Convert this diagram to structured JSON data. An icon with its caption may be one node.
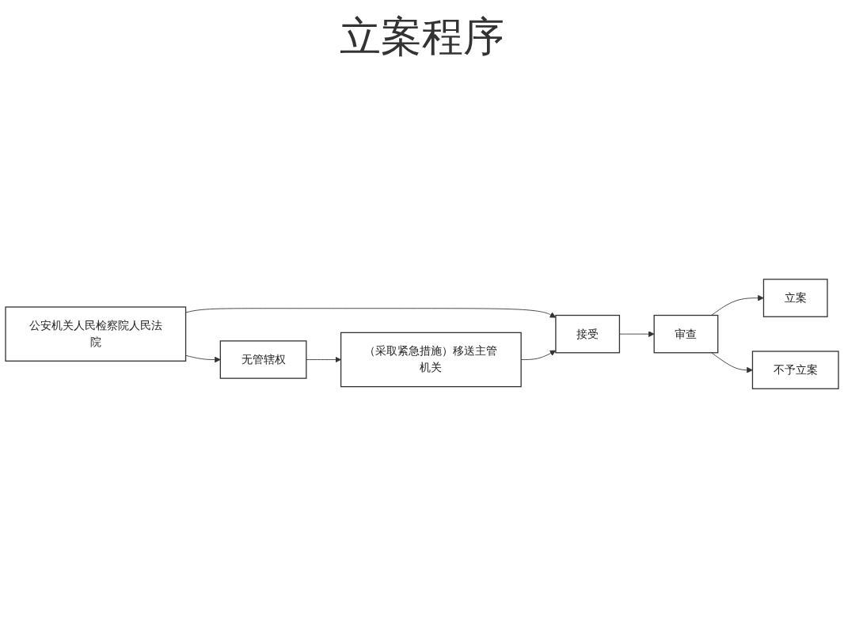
{
  "diagram": {
    "title": "立案程序",
    "nodes": [
      {
        "text": [
          "公安机关人民检察院人民法院"
        ]
      },
      {
        "text": [
          "无管辖权"
        ]
      },
      {
        "text": [
          "（采取紧急措施）移送主管机关"
        ]
      },
      {
        "text": [
          "接受"
        ]
      },
      {
        "text": [
          "审查"
        ]
      },
      {
        "text": [
          "立案"
        ]
      },
      {
        "text": [
          "不予立案"
        ]
      }
    ],
    "edges": [
      {
        "from": 0,
        "to": 1,
        "arrow": "to"
      },
      {
        "from": 0,
        "to": 3,
        "arrow": "to"
      },
      {
        "from": 1,
        "to": 2,
        "arrow": "to"
      },
      {
        "from": 2,
        "to": 3,
        "arrow": "to"
      },
      {
        "from": 3,
        "to": 4,
        "arrow": "to"
      },
      {
        "from": 4,
        "to": 5,
        "arrow": "to"
      },
      {
        "from": 4,
        "to": 6,
        "arrow": "to"
      }
    ]
  }
}
